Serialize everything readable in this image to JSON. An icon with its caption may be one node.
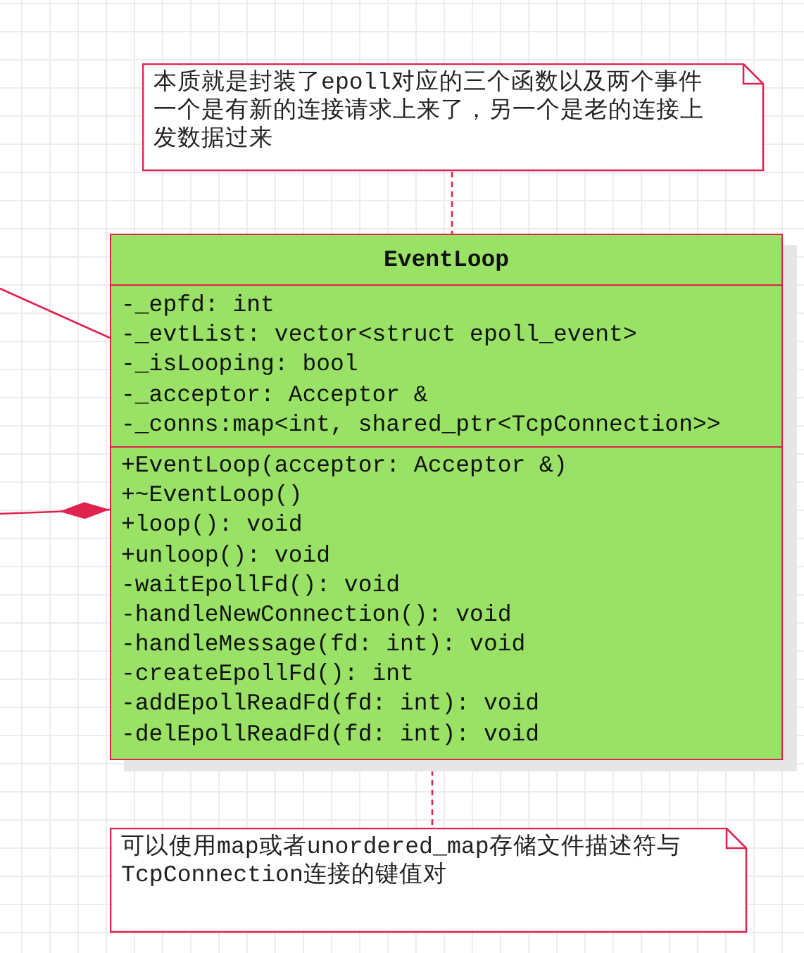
{
  "diagram": {
    "nodes": [
      {
        "text": [
          "本质就是封装了epoll对应的三个函数以及两个事件一个是有新的连接请求上来了，另一个是老的连接上发数据过来"
        ]
      },
      {
        "text": [
          "EventLoop",
          "-_epfd: int",
          "-_evtList: vector<struct epoll_event>",
          "-_isLooping: bool",
          "-_acceptor: Acceptor &",
          "-_conns:map<int, shared_ptr<TcpConnection>>",
          "+EventLoop(acceptor: Acceptor &)",
          "+~EventLoop()",
          "+loop(): void",
          "+unloop(): void",
          "-waitEpollFd(): void",
          "-handleNewConnection(): void",
          "-handleMessage(fd: int): void",
          "-createEpollFd(): int",
          "-addEpollReadFd(fd: int): void",
          "-delEpollReadFd(fd: int): void"
        ]
      },
      {
        "text": [
          "可以使用map或者unordered_map存储文件描述符与TcpConnection连接的键值对"
        ]
      }
    ],
    "edges": [
      {
        "from": 0,
        "to": 1,
        "arrow": "none",
        "style": "dashed"
      },
      {
        "from": 1,
        "to": 2,
        "arrow": "none",
        "style": "dashed"
      },
      {
        "from": null,
        "to": 1,
        "arrow": "none"
      },
      {
        "from": null,
        "to": 1,
        "arrow": "other"
      }
    ]
  }
}
